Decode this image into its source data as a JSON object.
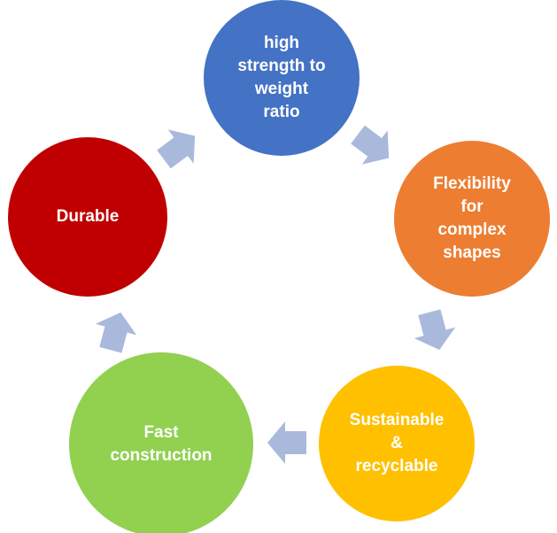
{
  "diagram": {
    "type": "cycle",
    "nodes": [
      {
        "id": "strength",
        "lines": [
          "high",
          "strength to",
          "weight",
          "ratio"
        ],
        "color": "#4472C4"
      },
      {
        "id": "flexibility",
        "lines": [
          "Flexibility",
          "for",
          "complex",
          "shapes"
        ],
        "color": "#ED7D31"
      },
      {
        "id": "sustainable",
        "lines": [
          "Sustainable",
          "&",
          "recyclable"
        ],
        "color": "#FFC000"
      },
      {
        "id": "fast",
        "lines": [
          "Fast",
          "construction"
        ],
        "color": "#92D050"
      },
      {
        "id": "durable",
        "lines": [
          "Durable"
        ],
        "color": "#C00000"
      }
    ],
    "arrow_color": "#A9B9DC"
  }
}
